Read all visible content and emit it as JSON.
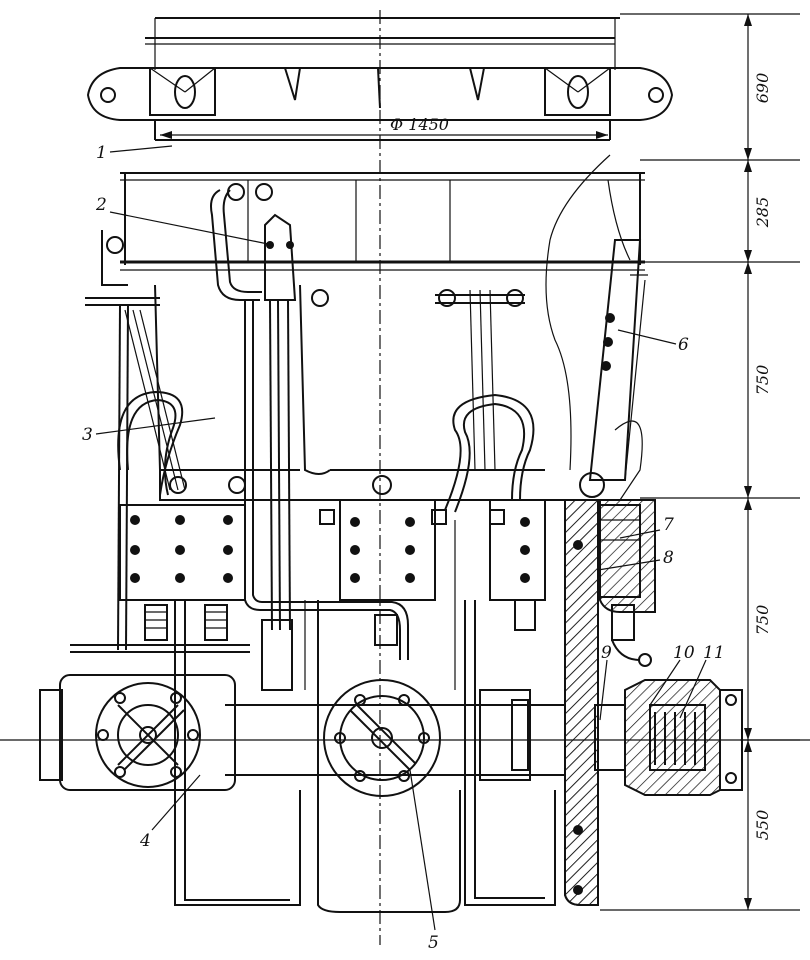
{
  "diameter_label": "Φ 1450",
  "dimensions": [
    "690",
    "285",
    "750",
    "750",
    "550"
  ],
  "callouts": [
    "1",
    "2",
    "3",
    "4",
    "5",
    "6",
    "7",
    "8",
    "9",
    "10",
    "11"
  ]
}
